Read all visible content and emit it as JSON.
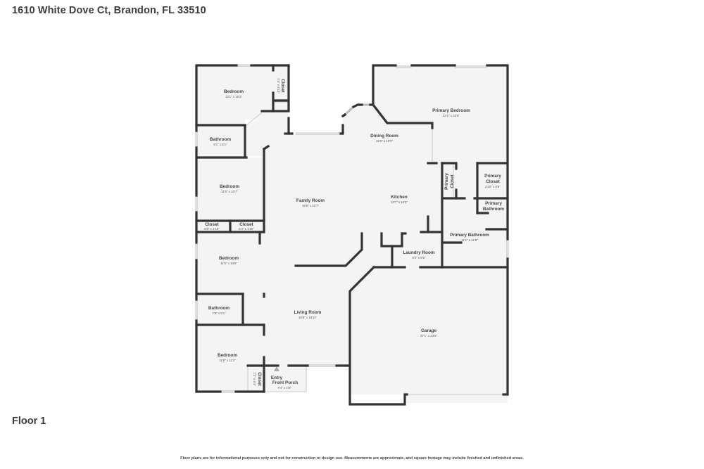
{
  "header": {
    "title": "1610 White Dove Ct, Brandon, FL 33510"
  },
  "floor": {
    "label": "Floor 1"
  },
  "footer": {
    "disclaimer": "Floor plans are for informational purposes only and not for construction or design use. Measurements are approximate, and square footage may include finished and unfinished areas."
  },
  "colors": {
    "floor_fill": "#f4f4f4",
    "wall": "#333333",
    "window": "#bdbdbd",
    "background": "#ffffff"
  },
  "rooms": [
    {
      "id": "bedroom-1",
      "name": "Bedroom",
      "dims": "13'1\" x 10'3\""
    },
    {
      "id": "closet-1",
      "name": "Closet",
      "dims": "2'4\" x 5'10\""
    },
    {
      "id": "bathroom-1",
      "name": "Bathroom",
      "dims": "8'1\" x 5'1\""
    },
    {
      "id": "bedroom-2",
      "name": "Bedroom",
      "dims": "11'5\" x 10'7\""
    },
    {
      "id": "closet-2",
      "name": "Closet",
      "dims": "5'8\" x 1'10\""
    },
    {
      "id": "closet-3",
      "name": "Closet",
      "dims": "5'4\" x 1'10\""
    },
    {
      "id": "bedroom-3",
      "name": "Bedroom",
      "dims": "11'5\" x 10'6\""
    },
    {
      "id": "bathroom-2",
      "name": "Bathroom",
      "dims": "7'8\" x 5'1\""
    },
    {
      "id": "bedroom-4",
      "name": "Bedroom",
      "dims": "11'5\" x 11'2\""
    },
    {
      "id": "closet-4",
      "name": "Closet",
      "dims": "2'2\" x 4'4\""
    },
    {
      "id": "entry",
      "name": "Entry",
      "dims": ""
    },
    {
      "id": "front-porch",
      "name": "Front Porch",
      "dims": "7'4\" x 4'5\""
    },
    {
      "id": "family-room",
      "name": "Family Room",
      "dims": "16'9\" x 22'7\""
    },
    {
      "id": "dining-room",
      "name": "Dining Room",
      "dims": "15'3\" x 10'0\""
    },
    {
      "id": "kitchen",
      "name": "Kitchen",
      "dims": "13'7\" x 14'3\""
    },
    {
      "id": "primary-bedroom",
      "name": "Primary Bedroom",
      "dims": "23'1\" x 22'8\""
    },
    {
      "id": "primary-closet-1",
      "name": "Primary Closet",
      "dims": ""
    },
    {
      "id": "primary-closet-2",
      "name": "Primary Closet",
      "dims": "4'10\" x 5'9\""
    },
    {
      "id": "primary-bathroom-small",
      "name": "Primary Bathroom",
      "dims": ""
    },
    {
      "id": "primary-bathroom",
      "name": "Primary Bathroom",
      "dims": "11'1\" x 11'8\""
    },
    {
      "id": "laundry-room",
      "name": "Laundry Room",
      "dims": "8'3\" x 5'5\""
    },
    {
      "id": "living-room",
      "name": "Living Room",
      "dims": "16'8\" x 16'11\""
    },
    {
      "id": "garage",
      "name": "Garage",
      "dims": "27'1\" x 23'5\""
    }
  ]
}
